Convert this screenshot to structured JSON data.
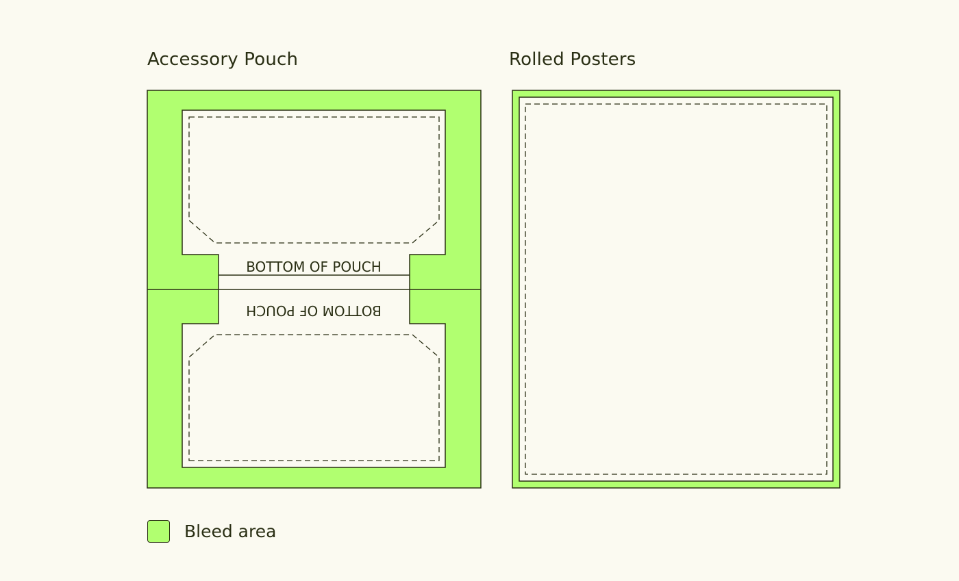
{
  "titles": {
    "pouch": "Accessory Pouch",
    "posters": "Rolled Posters"
  },
  "pouch_labels": {
    "top": "BOTTOM OF POUCH",
    "bottom_flipped": "BOTTOM OF POUCH"
  },
  "legend": {
    "label": "Bleed area"
  },
  "colors": {
    "bleed": "#b1ff70",
    "paper": "#fbfaf1",
    "stroke": "#2a2f14"
  }
}
